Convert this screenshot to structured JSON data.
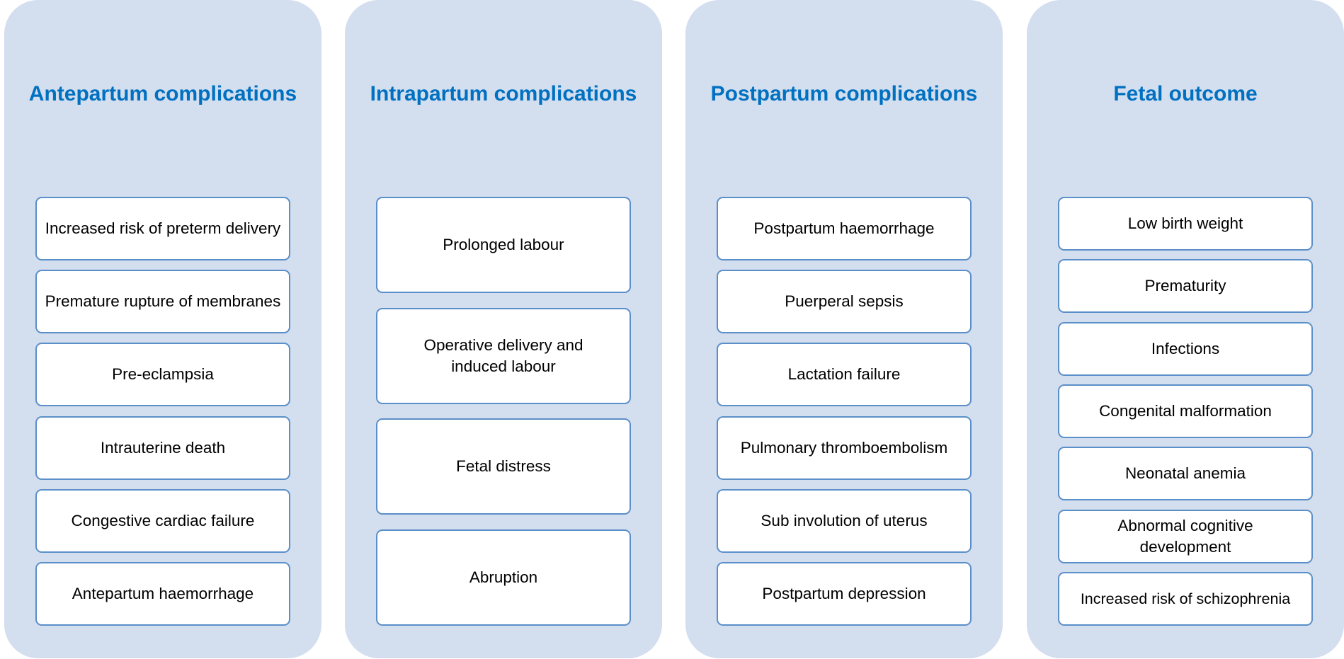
{
  "columns": [
    {
      "title": "Antepartum complications",
      "items": [
        "Increased risk of preterm delivery",
        "Premature rupture of membranes",
        "Pre-eclampsia",
        "Intrauterine death",
        "Congestive cardiac failure",
        "Antepartum haemorrhage"
      ]
    },
    {
      "title": "Intrapartum complications",
      "items": [
        "Prolonged labour",
        "Operative delivery and induced labour",
        "Fetal distress",
        "Abruption"
      ]
    },
    {
      "title": "Postpartum complications",
      "items": [
        "Postpartum haemorrhage",
        "Puerperal sepsis",
        "Lactation failure",
        "Pulmonary thromboembolism",
        "Sub involution of uterus",
        "Postpartum depression"
      ]
    },
    {
      "title": "Fetal outcome",
      "items": [
        "Low birth weight",
        "Prematurity",
        "Infections",
        "Congenital malformation",
        "Neonatal anemia",
        "Abnormal cognitive development",
        "Increased risk of schizophrenia"
      ]
    }
  ]
}
